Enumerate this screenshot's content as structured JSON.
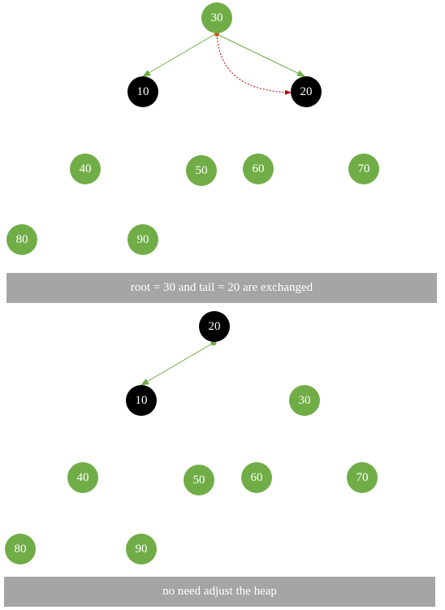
{
  "colors": {
    "green_node": "#70ad47",
    "black_node": "#000000",
    "edge": "#70ad47",
    "swap_arrow": "#c00000",
    "banner": "#a5a5a5"
  },
  "step1": {
    "nodes": [
      {
        "id": "n30",
        "label": "30",
        "color": "green"
      },
      {
        "id": "n10",
        "label": "10",
        "color": "black"
      },
      {
        "id": "n20",
        "label": "20",
        "color": "black"
      },
      {
        "id": "n40",
        "label": "40",
        "color": "green"
      },
      {
        "id": "n50",
        "label": "50",
        "color": "green"
      },
      {
        "id": "n60",
        "label": "60",
        "color": "green"
      },
      {
        "id": "n70",
        "label": "70",
        "color": "green"
      },
      {
        "id": "n80",
        "label": "80",
        "color": "green"
      },
      {
        "id": "n90",
        "label": "90",
        "color": "green"
      }
    ],
    "caption": "root = 30 and tail = 20 are exchanged"
  },
  "step2": {
    "nodes": [
      {
        "id": "m20",
        "label": "20",
        "color": "black"
      },
      {
        "id": "m10",
        "label": "10",
        "color": "black"
      },
      {
        "id": "m30",
        "label": "30",
        "color": "green"
      },
      {
        "id": "m40",
        "label": "40",
        "color": "green"
      },
      {
        "id": "m50",
        "label": "50",
        "color": "green"
      },
      {
        "id": "m60",
        "label": "60",
        "color": "green"
      },
      {
        "id": "m70",
        "label": "70",
        "color": "green"
      },
      {
        "id": "m80",
        "label": "80",
        "color": "green"
      },
      {
        "id": "m90",
        "label": "90",
        "color": "green"
      }
    ],
    "caption": "no need adjust the heap"
  }
}
